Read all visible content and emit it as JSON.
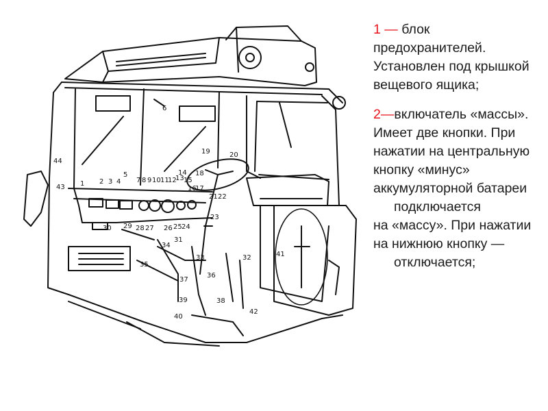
{
  "caption": {
    "item1_number": "1 —",
    "item1_text": "блок предохранителей. Установлен под крышкой вещевого ящика;",
    "item2_number": "2—",
    "item2_text": "включатель «массы». Имеет две кнопки. При нажатии на центральную кнопку «минус» аккумуляторной батареи",
    "item2_line_a": "подключается",
    "item2_line_b": "на «массу». При нажатии на нижнюю кнопку —",
    "item2_line_c": "отключается;"
  },
  "diagram_labels": [
    "1",
    "2",
    "3",
    "4",
    "5",
    "6",
    "7",
    "8",
    "9",
    "10",
    "11",
    "12",
    "13",
    "14",
    "15",
    "16",
    "17",
    "18",
    "19",
    "20",
    "21",
    "22",
    "23",
    "24",
    "25",
    "26",
    "27",
    "28",
    "29",
    "30",
    "31",
    "32",
    "33",
    "34",
    "35",
    "36",
    "37",
    "38",
    "39",
    "40",
    "41",
    "42",
    "43",
    "44"
  ],
  "colors": {
    "accent": "#e8121b",
    "ink": "#111111",
    "text": "#1a1a1a"
  }
}
